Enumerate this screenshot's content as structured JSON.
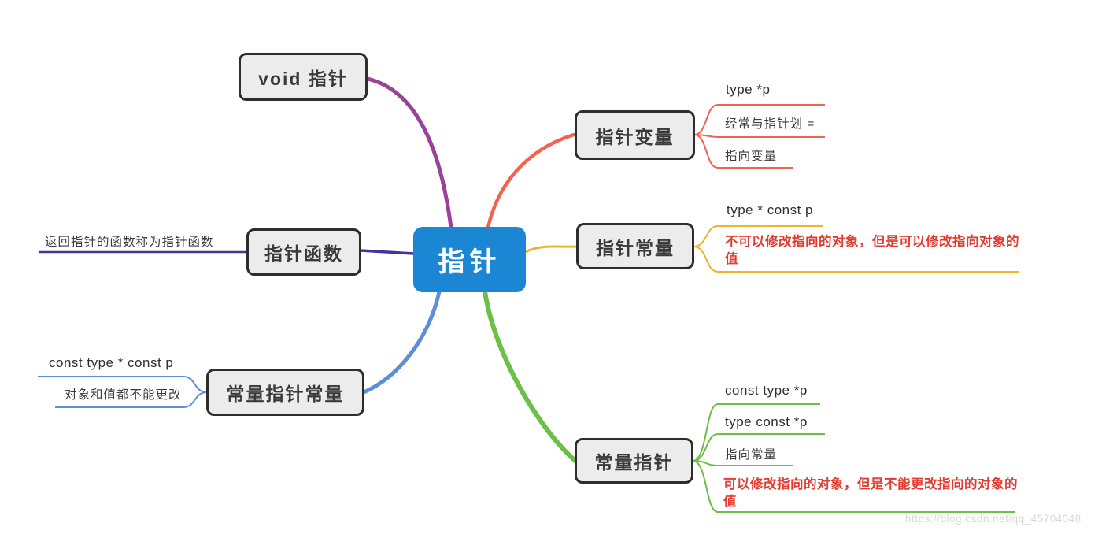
{
  "center_label": "指针",
  "nodes": {
    "void_pointer": "void 指针",
    "pointer_function": "指针函数",
    "const_pointer_const": "常量指针常量",
    "pointer_variable": "指针变量",
    "pointer_constant": "指针常量",
    "constant_pointer": "常量指针"
  },
  "children": {
    "pointer_variable": [
      "type *p",
      "经常与指针划 =",
      "指向变量"
    ],
    "pointer_constant": [
      "type * const p",
      "不可以修改指向的对象，但是可以修改指向对象的值"
    ],
    "constant_pointer": [
      "const type *p",
      "type const *p",
      "指向常量",
      "可以修改指向的对象，但是不能更改指向的对象的值"
    ],
    "pointer_function": [
      "返回指针的函数称为指针函数"
    ],
    "const_pointer_const": [
      "const type * const p",
      "对象和值都不能更改"
    ]
  },
  "colors": {
    "center_fill": "#1b86d3",
    "node_fill": "#ececec",
    "node_border": "#2d2d2d",
    "branch_purple": "#9c4198",
    "branch_indigo": "#3d35a0",
    "branch_blue": "#5b8fd6",
    "branch_red": "#ef6351",
    "branch_yellow": "#f0b429",
    "branch_green": "#6cbf47",
    "emphasis_text": "#e23c30",
    "watermark_gray": "#d8d8d8"
  },
  "watermark": "https://blog.csdn.net/qq_45704048"
}
